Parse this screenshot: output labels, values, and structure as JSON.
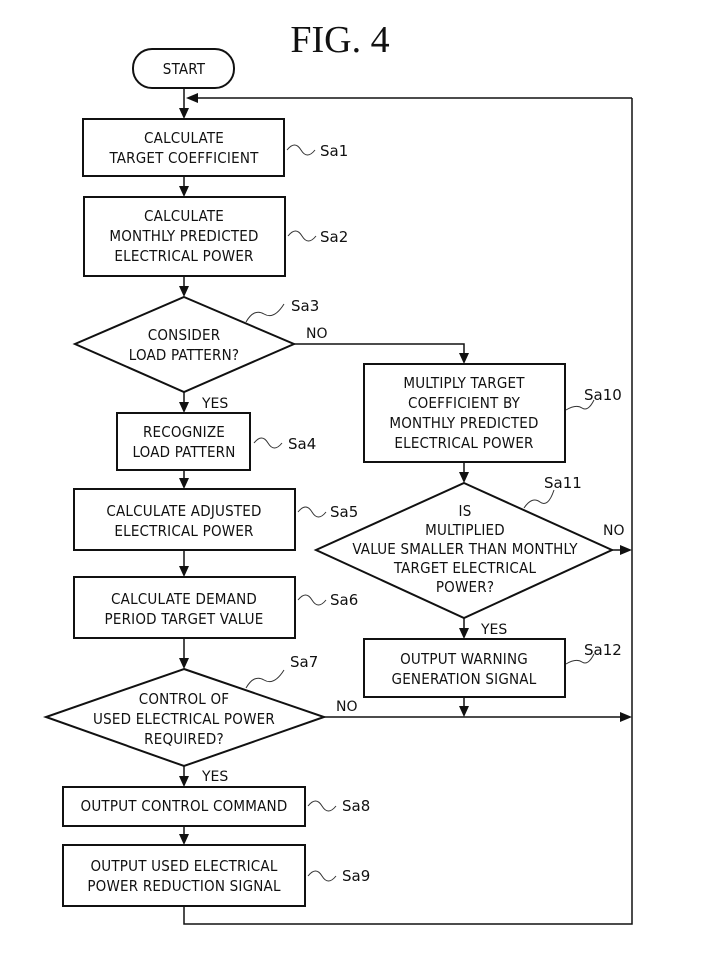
{
  "figure": {
    "title": "FIG. 4"
  },
  "nodes": {
    "start": {
      "text": [
        "START"
      ]
    },
    "sa1": {
      "step": "Sa1",
      "text": [
        "CALCULATE",
        "TARGET COEFFICIENT"
      ]
    },
    "sa2": {
      "step": "Sa2",
      "text": [
        "CALCULATE",
        "MONTHLY PREDICTED",
        "ELECTRICAL POWER"
      ]
    },
    "sa3": {
      "step": "Sa3",
      "text": [
        "CONSIDER",
        "LOAD PATTERN?"
      ],
      "yes": "YES",
      "no": "NO"
    },
    "sa4": {
      "step": "Sa4",
      "text": [
        "RECOGNIZE",
        "LOAD PATTERN"
      ]
    },
    "sa5": {
      "step": "Sa5",
      "text": [
        "CALCULATE ADJUSTED",
        "ELECTRICAL POWER"
      ]
    },
    "sa6": {
      "step": "Sa6",
      "text": [
        "CALCULATE DEMAND",
        "PERIOD TARGET VALUE"
      ]
    },
    "sa7": {
      "step": "Sa7",
      "text": [
        "CONTROL OF",
        "USED ELECTRICAL POWER",
        "REQUIRED?"
      ],
      "yes": "YES",
      "no": "NO"
    },
    "sa8": {
      "step": "Sa8",
      "text": [
        "OUTPUT CONTROL COMMAND"
      ]
    },
    "sa9": {
      "step": "Sa9",
      "text": [
        "OUTPUT USED ELECTRICAL",
        "POWER REDUCTION SIGNAL"
      ]
    },
    "sa10": {
      "step": "Sa10",
      "text": [
        "MULTIPLY TARGET",
        "COEFFICIENT BY",
        "MONTHLY PREDICTED",
        "ELECTRICAL POWER"
      ]
    },
    "sa11": {
      "step": "Sa11",
      "text": [
        "IS",
        "MULTIPLIED",
        "VALUE SMALLER THAN MONTHLY",
        "TARGET ELECTRICAL",
        "POWER?"
      ],
      "yes": "YES",
      "no": "NO"
    },
    "sa12": {
      "step": "Sa12",
      "text": [
        "OUTPUT WARNING",
        "GENERATION SIGNAL"
      ]
    }
  }
}
